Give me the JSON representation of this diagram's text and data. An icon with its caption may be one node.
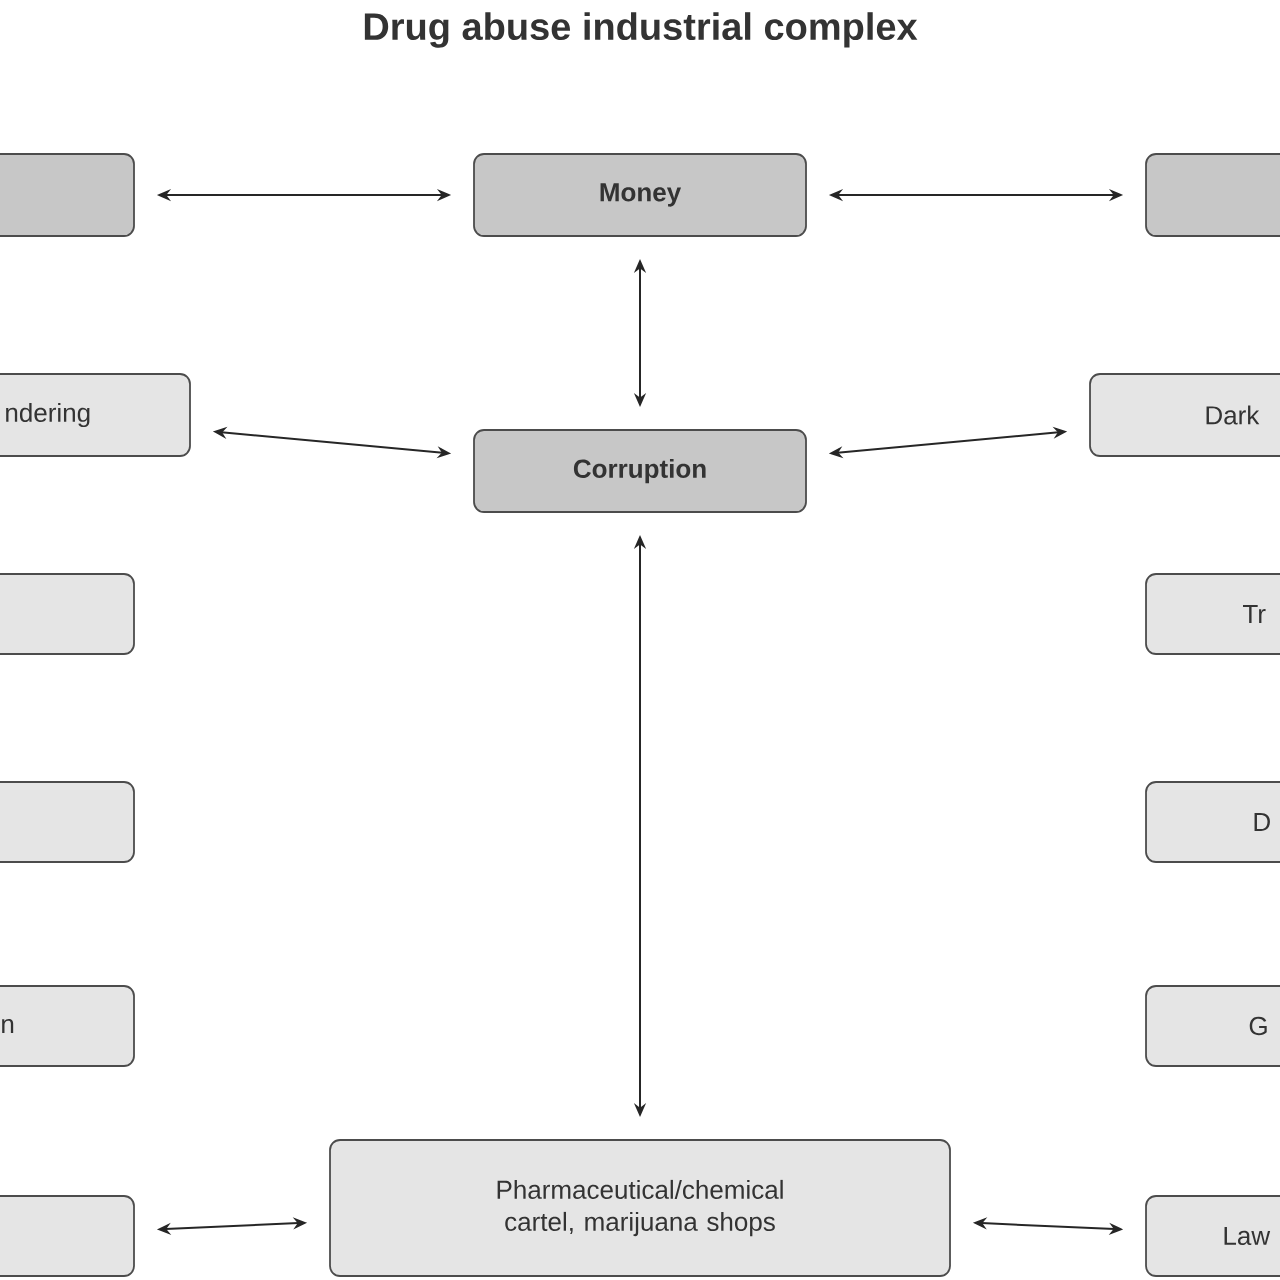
{
  "diagram": {
    "title": "Drug abuse industrial complex",
    "nodes": [
      {
        "text": [
          "Money"
        ]
      },
      {
        "text": [
          "Corruption"
        ]
      },
      {
        "text": [
          "Pharmaceutical/chemical cartel, marijuana shops"
        ]
      },
      {
        "text": [],
        "shape": "box"
      },
      {
        "text": [
          "ndering"
        ]
      },
      {
        "text": [],
        "shape": "box"
      },
      {
        "text": [],
        "shape": "box"
      },
      {
        "text": [
          "n"
        ]
      },
      {
        "text": [],
        "shape": "box"
      },
      {
        "text": [],
        "shape": "box"
      },
      {
        "text": [
          "Dark"
        ]
      },
      {
        "text": [
          "Tr"
        ]
      },
      {
        "text": [
          "D"
        ]
      },
      {
        "text": [
          "G"
        ]
      },
      {
        "text": [
          "Law"
        ]
      }
    ],
    "edges": [
      {
        "from": 3,
        "to": 0,
        "arrow": "both"
      },
      {
        "from": 0,
        "to": 9,
        "arrow": "both"
      },
      {
        "from": 0,
        "to": 1,
        "arrow": "both"
      },
      {
        "from": 4,
        "to": 1,
        "arrow": "both"
      },
      {
        "from": 1,
        "to": 10,
        "arrow": "both"
      },
      {
        "from": 1,
        "to": 2,
        "arrow": "both"
      },
      {
        "from": 8,
        "to": 2,
        "arrow": "both"
      },
      {
        "from": 2,
        "to": 14,
        "arrow": "both"
      }
    ]
  }
}
